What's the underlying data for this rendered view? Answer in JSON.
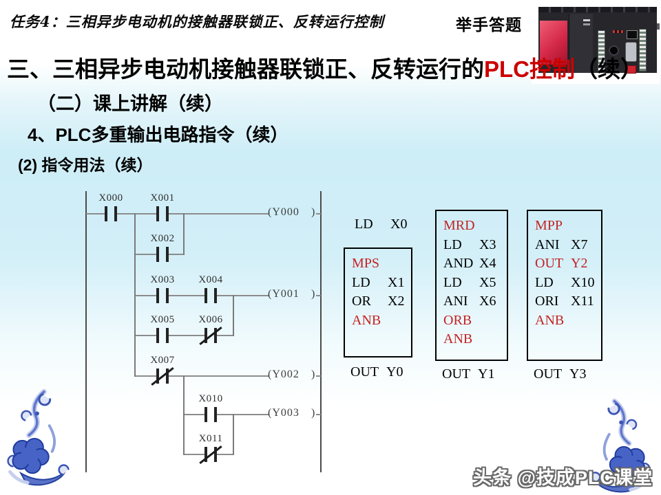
{
  "colors": {
    "accent_red": "#cc0000",
    "instruction_red": "#c32323",
    "background_cyan": "#cdedf7",
    "ornament_blue": "#4663c5"
  },
  "header": {
    "course_title": "任务4：三相异步电动机的接触器联锁正、反转运行控制",
    "raise_hand_label": "举手答题"
  },
  "titles": {
    "main_prefix": "三、三相异步电动机接触器联锁正、反转运行的",
    "main_highlight": "PLC控制",
    "main_suffix": "（续）",
    "sub1": "（二）课上讲解（续）",
    "sub2": "4、PLC多重输出电路指令（续）",
    "sub3": "(2) 指令用法（续）"
  },
  "ladder": {
    "contacts": [
      {
        "label": "X000",
        "nc": false
      },
      {
        "label": "X001",
        "nc": false
      },
      {
        "label": "X002",
        "nc": false
      },
      {
        "label": "X003",
        "nc": false
      },
      {
        "label": "X004",
        "nc": false
      },
      {
        "label": "X005",
        "nc": false
      },
      {
        "label": "X006",
        "nc": true
      },
      {
        "label": "X007",
        "nc": true
      },
      {
        "label": "X010",
        "nc": false
      },
      {
        "label": "X011",
        "nc": true
      }
    ],
    "coils": [
      "(Y000",
      "(Y001",
      "(Y002",
      "(Y003"
    ],
    "coil_close": ")"
  },
  "instructions": {
    "columns": [
      {
        "pre_rows": [
          {
            "op": "LD",
            "operand": "X0",
            "red": false
          }
        ],
        "box_rows": [
          {
            "op": "MPS",
            "operand": "",
            "red": true
          },
          {
            "op": "LD",
            "operand": "X1",
            "red": false
          },
          {
            "op": "OR",
            "operand": "X2",
            "red": false
          },
          {
            "op": "ANB",
            "operand": "",
            "red": true
          }
        ],
        "post_rows": [
          {
            "op": "OUT",
            "operand": "Y0",
            "red": false
          }
        ]
      },
      {
        "pre_rows": [],
        "box_rows": [
          {
            "op": "MRD",
            "operand": "",
            "red": true
          },
          {
            "op": "LD",
            "operand": "X3",
            "red": false
          },
          {
            "op": "AND",
            "operand": "X4",
            "red": false
          },
          {
            "op": "LD",
            "operand": "X5",
            "red": false
          },
          {
            "op": "ANI",
            "operand": "X6",
            "red": false
          },
          {
            "op": "ORB",
            "operand": "",
            "red": true
          },
          {
            "op": "ANB",
            "operand": "",
            "red": true
          }
        ],
        "post_rows": [
          {
            "op": "OUT",
            "operand": "Y1",
            "red": false
          }
        ]
      },
      {
        "pre_rows": [],
        "box_rows": [
          {
            "op": "MPP",
            "operand": "",
            "red": true
          },
          {
            "op": "ANI",
            "operand": "X7",
            "red": false
          },
          {
            "op": "OUT",
            "operand": "Y2",
            "red": true
          },
          {
            "op": "LD",
            "operand": "X10",
            "red": false
          },
          {
            "op": "ORI",
            "operand": "X11",
            "red": false
          },
          {
            "op": "ANB",
            "operand": "",
            "red": true
          }
        ],
        "post_rows": [
          {
            "op": "OUT",
            "operand": "Y3",
            "red": false
          }
        ]
      }
    ]
  },
  "watermark": "头条 @技成PLC课堂"
}
